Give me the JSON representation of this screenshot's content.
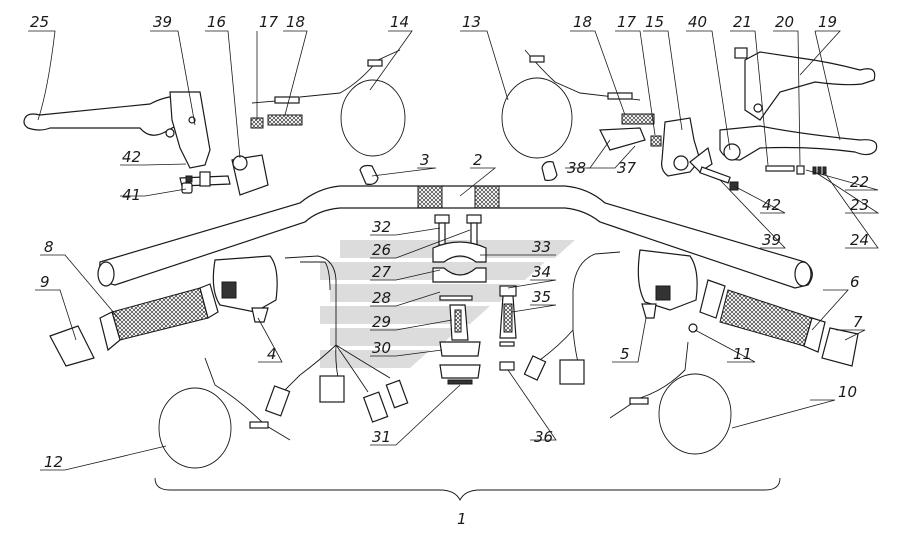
{
  "labels": {
    "l1": "1",
    "l2": "2",
    "l3": "3",
    "l4": "4",
    "l5": "5",
    "l6": "6",
    "l7": "7",
    "l8": "8",
    "l9": "9",
    "l10": "10",
    "l11": "11",
    "l12": "12",
    "l13": "13",
    "l14": "14",
    "l15": "15",
    "l16": "16",
    "l17a": "17",
    "l17b": "17",
    "l18a": "18",
    "l18b": "18",
    "l19": "19",
    "l20": "20",
    "l21": "21",
    "l22": "22",
    "l23": "23",
    "l24": "24",
    "l25": "25",
    "l26": "26",
    "l27": "27",
    "l28": "28",
    "l29": "29",
    "l30": "30",
    "l31": "31",
    "l32": "32",
    "l33": "33",
    "l34": "34",
    "l35": "35",
    "l36": "36",
    "l37": "37",
    "l38": "38",
    "l39a": "39",
    "l39b": "39",
    "l40": "40",
    "l41": "41",
    "l42a": "42",
    "l42b": "42"
  },
  "colors": {
    "line": "#1a1a1a",
    "watermark": "#dcdcdc",
    "background": "#ffffff"
  }
}
